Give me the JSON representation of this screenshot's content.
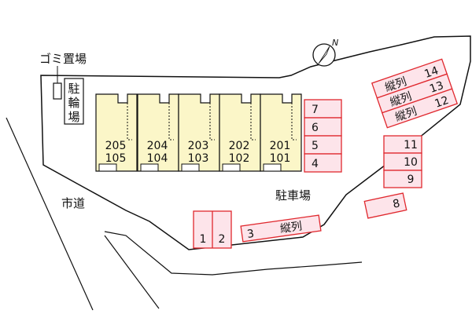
{
  "labels": {
    "garbage": "ゴミ置場",
    "bicycle": [
      "駐",
      "輪",
      "場"
    ],
    "road": "市道",
    "parking": "駐車場",
    "north": "N"
  },
  "building": {
    "upper": [
      "205",
      "204",
      "203",
      "202",
      "201"
    ],
    "lower": [
      "105",
      "104",
      "103",
      "102",
      "101"
    ]
  },
  "parking": {
    "right_column": [
      "7",
      "6",
      "5",
      "4"
    ],
    "middle_column": [
      "11",
      "10",
      "9"
    ],
    "single": "8",
    "bottom_pair": [
      "1",
      "2"
    ],
    "tandem_3": {
      "number": "3",
      "tag": "縦列"
    },
    "tandem_row": [
      {
        "tag": "縦列",
        "number": "14"
      },
      {
        "tag": "縦列",
        "number": "13"
      },
      {
        "tag": "縦列",
        "number": "12"
      }
    ]
  },
  "colors": {
    "building_fill": "#fbf6c8",
    "parking_fill": "#fde4ea",
    "parking_stroke": "#e0282e",
    "line": "#111111"
  },
  "icons": {
    "north_arrow": "compass-north-arrow-icon"
  }
}
